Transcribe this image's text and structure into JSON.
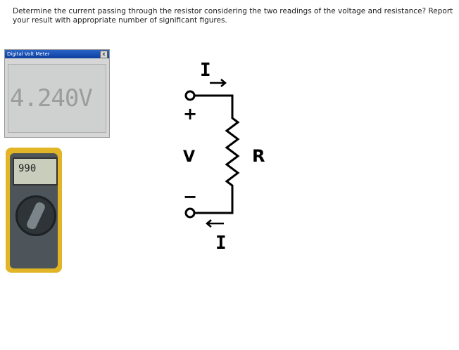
{
  "question": "Determine the current passing through the resistor considering the two readings of the voltage and resistance? Report your result with appropriate number of significant figures.",
  "dvm": {
    "title": "Digital Volt Meter",
    "close": "x",
    "reading": "4.240V"
  },
  "meter": {
    "reading": "990"
  },
  "circuit": {
    "current_top": "I",
    "current_bottom": "I",
    "plus": "+",
    "minus": "−",
    "voltage": "V",
    "resistor": "R"
  }
}
